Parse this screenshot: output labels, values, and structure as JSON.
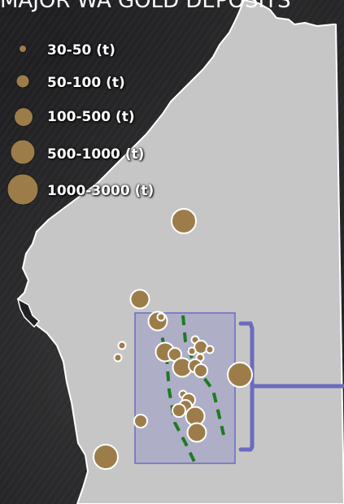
{
  "title": "MAJOR WA GOLD DEPOSITS",
  "colors": {
    "land": "#c6c6c6",
    "coast": "#ffffff",
    "deposit": "#9c7d4a",
    "deposit_stroke": "#ffffff",
    "belt_line": "#1f7a1f",
    "region_fill": "#9a9ac8",
    "region_stroke": "#6b6bbf",
    "bracket": "#6b6bbf"
  },
  "legend": [
    {
      "label": "30-50 (t)",
      "size_class": 1
    },
    {
      "label": "50-100 (t)",
      "size_class": 2
    },
    {
      "label": "100-500 (t)",
      "size_class": 3
    },
    {
      "label": "500-1000 (t)",
      "size_class": 4
    },
    {
      "label": "1000-3000 (t)",
      "size_class": 5
    }
  ]
}
